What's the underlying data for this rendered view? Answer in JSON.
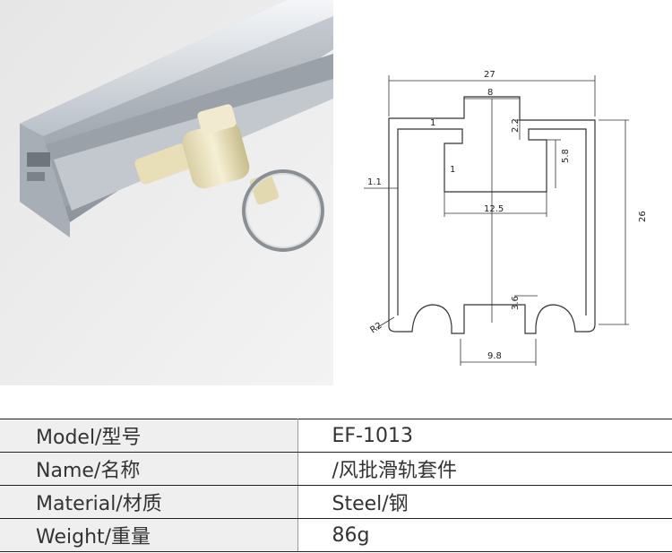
{
  "drawing": {
    "dims": {
      "overall_width": "27",
      "slot_width": "8",
      "lip_thickness": "2.2",
      "wall_left": "1",
      "inner_depth": "5.8",
      "side_wall": "1.1",
      "inner_wall": "1",
      "inner_width": "12.5",
      "height": "26",
      "corner_radius": "R2",
      "bottom_gap": "3.6",
      "opening_width": "9.8"
    }
  },
  "specs": {
    "rows": [
      {
        "label": "Model/型号",
        "value": "EF-1013"
      },
      {
        "label": "Name/名称",
        "value": "/风批滑轨套件"
      },
      {
        "label": "Material/材质",
        "value": "Steel/钢"
      },
      {
        "label": "Weight/重量",
        "value": "86g"
      }
    ]
  }
}
